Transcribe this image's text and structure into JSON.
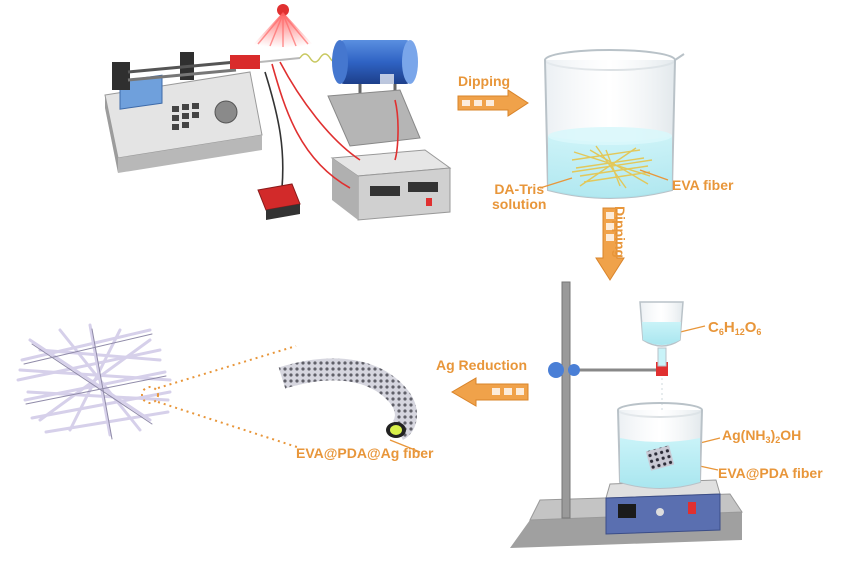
{
  "labels": {
    "dipping_1": "Dipping",
    "dipping_2": "Dipping",
    "da_tris_line1": "DA-Tris",
    "da_tris_line2": "solution",
    "eva_fiber": "EVA fiber",
    "glucose": {
      "base": "C",
      "sub1": "6",
      "h": "H",
      "sub2": "12",
      "o": "O",
      "sub3": "6"
    },
    "ag_reduction": "Ag Reduction",
    "tollens": {
      "pre": "Ag(NH",
      "sub": "3",
      "post": ")",
      "sub2": "2",
      "tail": "OH"
    },
    "eva_pda_fiber": "EVA@PDA fiber",
    "eva_pda_ag_fiber": "EVA@PDA@Ag  fiber"
  },
  "colors": {
    "label_orange": "#e8963a",
    "arrow_orange": "#f0a24a",
    "solution_cyan": "#bfeff5",
    "fiber_yellow": "#e8d36a",
    "fiber_lavender": "#d9d3ec",
    "device_gray": "#d9d9d9",
    "red_accent": "#e03030",
    "stand_blue": "#4a7fd6"
  }
}
